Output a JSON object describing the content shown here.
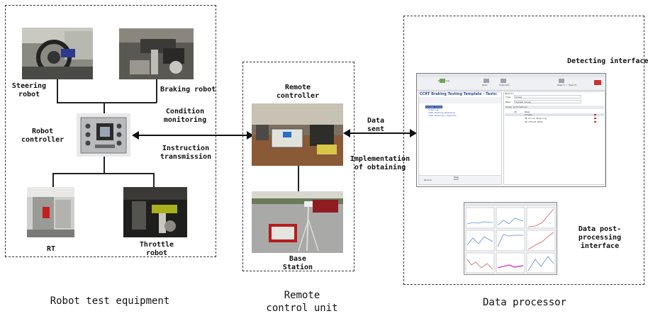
{
  "equipment": {
    "steering_label": "Steering\nrobot",
    "braking_label": "Braking robot",
    "controller_label": "Robot\ncontroller",
    "rt_label": "RT",
    "throttle_label": "Throttle\nrobot",
    "caption": "Robot test equipment"
  },
  "links": {
    "condition_label": "Condition\nmonitoring",
    "instruction_label": "Instruction\ntransmission",
    "data_sent_label": "Data\nsent",
    "implementation_label": "Implementation\nof obtaining"
  },
  "remote": {
    "controller_label": "Remote\ncontroller",
    "base_label": "Base\nStation",
    "caption": "Remote\ncontrol unit"
  },
  "processor": {
    "detect_label": "Detecting interface",
    "post_label": "Data post-\nprocessing\ninterface",
    "caption": "Data processor"
  },
  "screen": {
    "title": "CCRT Braking Testing Template -  Tests:",
    "toolbar": [
      "New group",
      "Data",
      "Simulate",
      "Import / Export"
    ],
    "details_header": "Details",
    "type_label": "Type",
    "type_value": "Group",
    "name_label": "Name",
    "name_value": "System Group",
    "group_info_header": "Group Information",
    "col_id": "ID",
    "col_name": "Name",
    "tree_items": [
      "System Group",
      "Steering",
      "CCRT Braking Response",
      "CCRT Braking Linearity"
    ],
    "info_rows": [
      "Groups",
      "SR Drive Steering",
      "SR Offset Mode"
    ],
    "bottom_left": "Delete",
    "bottom_mid": "Page\nDown"
  },
  "colors": {
    "line": "#222222",
    "dash": "#333333",
    "screen_accent": "#2f4f9e"
  }
}
